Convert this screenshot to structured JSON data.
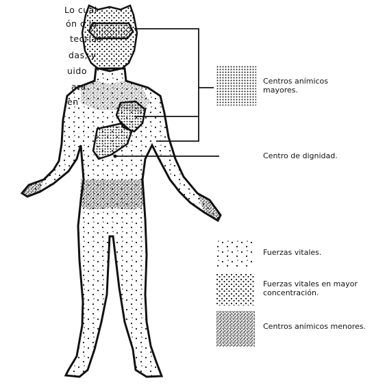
{
  "text_fragment": [
    "Lo cual",
    "ón o la",
    "teorías",
    "das, y",
    "uido",
    "ara",
    "en"
  ],
  "labels": {
    "centros_animicos_mayores": [
      "Centros anímicos",
      "mayores."
    ],
    "centro_de_dignidad": "Centro de dignidad.",
    "fuerzas_vitales": "Fuerzas vitales.",
    "fuerzas_vitales_mayor": [
      "Fuerzas vitales en mayor",
      "concentración."
    ],
    "centros_animicos_menores": "Centros anímicos menores."
  },
  "legend": [
    {
      "id": "mayores",
      "pattern": "dense-grid"
    },
    {
      "id": "fuerzas-vitales",
      "pattern": "sparse-dots"
    },
    {
      "id": "fuerzas-vitales-mayor",
      "pattern": "medium-dots"
    },
    {
      "id": "menores",
      "pattern": "dense-speckle"
    }
  ],
  "colors": {
    "ink": "#111111",
    "paper": "#ffffff"
  }
}
